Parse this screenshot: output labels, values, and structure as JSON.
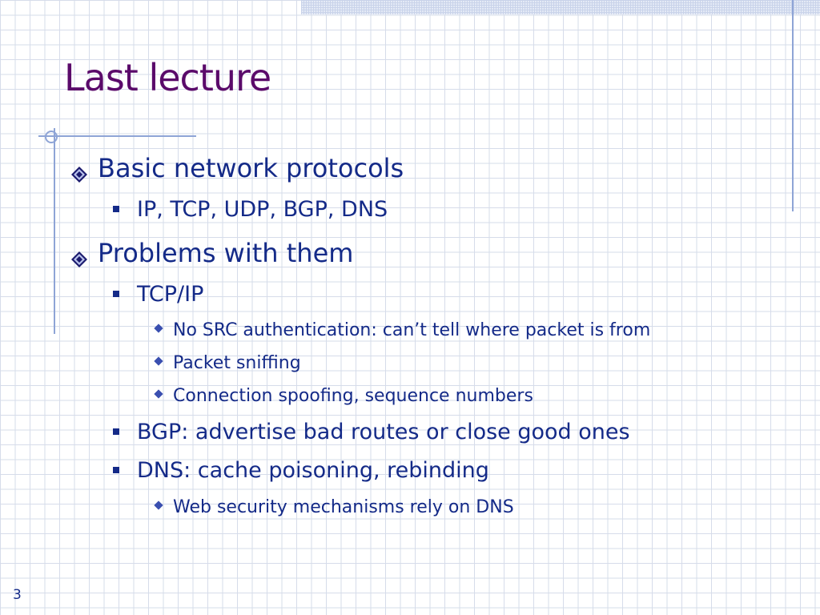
{
  "slide": {
    "title": "Last lecture",
    "page_number": "3",
    "colors": {
      "title": "#5a0a6a",
      "body_text": "#142a88",
      "grid": "#d6dcea",
      "decoration": "#8ea4d6"
    },
    "bullets": {
      "b1": "Basic network protocols",
      "b1_1": "IP, TCP, UDP, BGP, DNS",
      "b2": "Problems with them",
      "b2_1": "TCP/IP",
      "b2_1_1": "No SRC authentication: can’t tell where packet is from",
      "b2_1_2": "Packet sniffing",
      "b2_1_3": "Connection spoofing, sequence numbers",
      "b2_2": "BGP: advertise bad routes or close good ones",
      "b2_3": "DNS: cache poisoning, rebinding",
      "b2_3_1": "Web security mechanisms rely on DNS"
    },
    "icons": {
      "level1": "diamond-bullet-icon",
      "level2": "square-bullet-icon",
      "level3": "small-diamond-bullet-icon"
    }
  }
}
